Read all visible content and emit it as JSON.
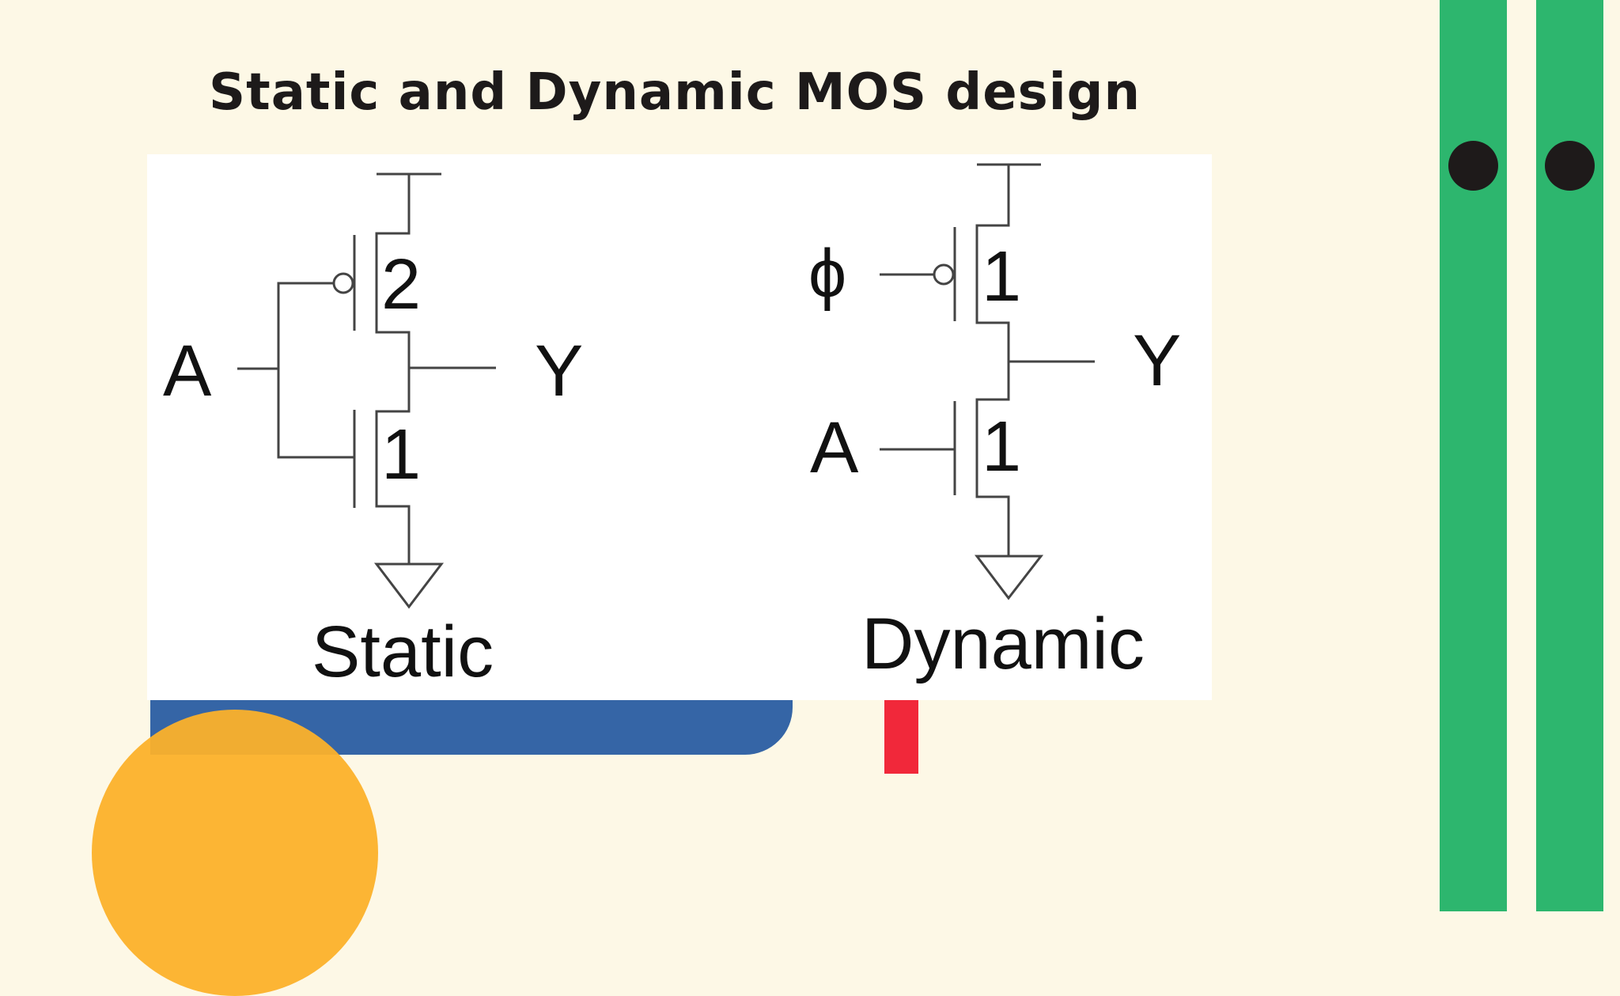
{
  "slide": {
    "title": "Static and Dynamic MOS design"
  },
  "static_circuit": {
    "input_label": "A",
    "output_label": "Y",
    "pmos_size": "2",
    "nmos_size": "1",
    "caption": "Static"
  },
  "dynamic_circuit": {
    "clock_label": "ϕ",
    "input_label": "A",
    "output_label": "Y",
    "pmos_size": "1",
    "nmos_size": "1",
    "caption": "Dynamic"
  },
  "colors": {
    "background": "#fdf8e6",
    "green": "#2db66e",
    "blue": "#3565a6",
    "orange": "#fcb12a",
    "red": "#f1283a",
    "dark": "#1e1a1a"
  }
}
